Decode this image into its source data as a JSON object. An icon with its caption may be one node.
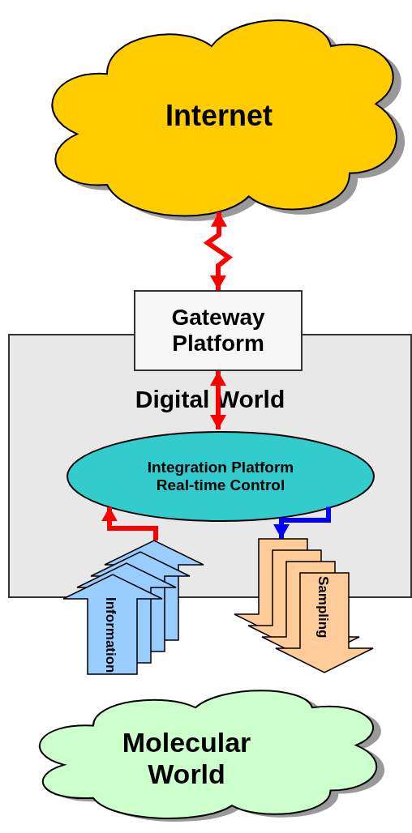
{
  "diagram": {
    "nodes": [
      {
        "text": [
          "Internet"
        ]
      },
      {
        "text": [
          "Gateway Platform"
        ]
      },
      {
        "text": [
          "Digital World"
        ]
      },
      {
        "text": [
          "Integration Platform",
          "Real-time Control"
        ],
        "in": 2
      },
      {
        "text": [
          "Information"
        ]
      },
      {
        "text": [
          "Sampling"
        ]
      },
      {
        "text": [
          "Molecular World"
        ]
      }
    ],
    "edges": [
      {
        "from": 0,
        "to": 1,
        "arrow": "both"
      },
      {
        "from": 1,
        "to": 3,
        "arrow": "both"
      },
      {
        "from": 4,
        "to": 3,
        "arrow": "to"
      },
      {
        "from": 3,
        "to": 5,
        "arrow": "to",
        "color": "#0000ff"
      }
    ]
  }
}
